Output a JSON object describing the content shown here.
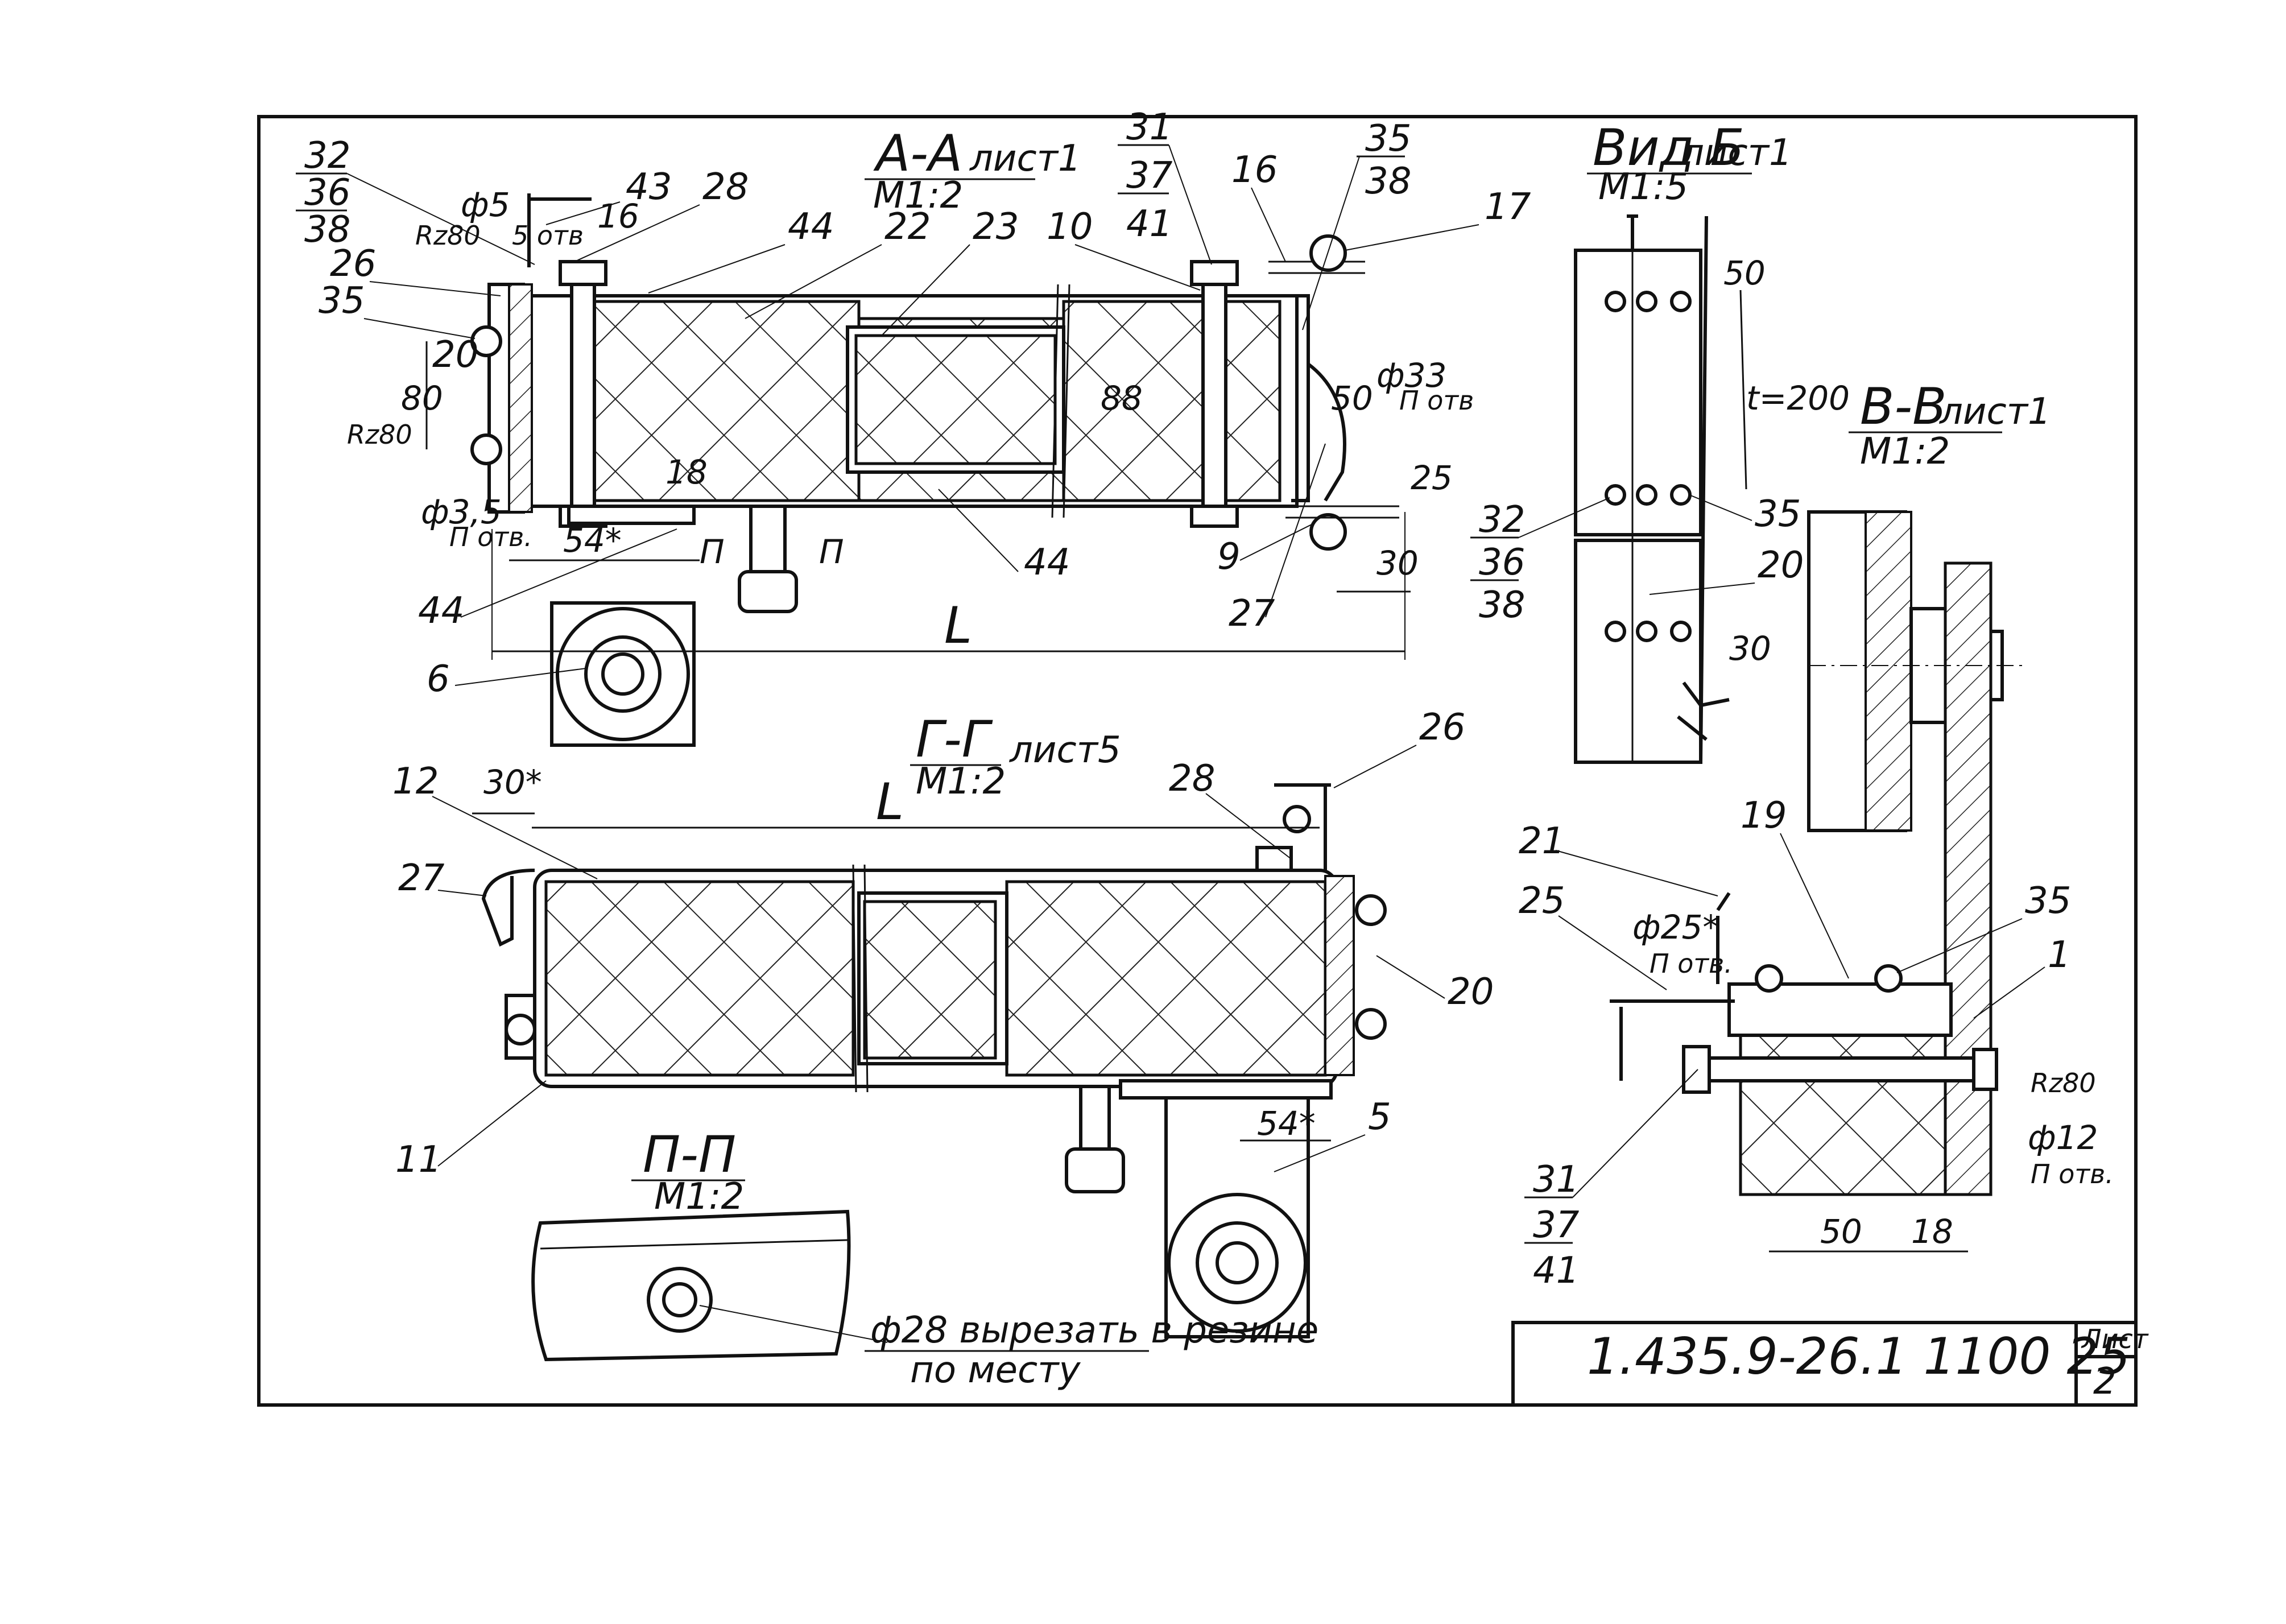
{
  "views": {
    "aa": {
      "title": "А-А",
      "ref": "лист1",
      "scale": "М1:2"
    },
    "gg": {
      "title": "Г-Г",
      "ref": "лист5",
      "scale": "М1:2"
    },
    "pp": {
      "title": "П-П",
      "scale": "М1:2",
      "note_line1": "ф28 вырезать в резине",
      "note_line2": "по месту"
    },
    "vidb": {
      "title": "Вид Б",
      "ref": "лист1",
      "scale": "М1:5"
    },
    "vv": {
      "title": "В-В",
      "ref": "лист1",
      "scale": "М1:2"
    }
  },
  "aa_labels": {
    "p32": "32",
    "p36": "36",
    "p38": "38",
    "p43": "43",
    "p28": "28",
    "p26": "26",
    "p35": "35",
    "p20": "20",
    "p44a": "44",
    "p22": "22",
    "p23": "23",
    "p10": "10",
    "p31": "31",
    "p37": "37",
    "p41": "41",
    "p16": "16",
    "p35b": "35",
    "p38b": "38",
    "p17": "17",
    "p9": "9",
    "p27": "27",
    "p44b": "44",
    "p44c": "44",
    "p6": "6",
    "sec_p1": "П",
    "sec_p2": "П"
  },
  "aa_dims": {
    "d_phi5": "ф5",
    "d_5otv": "5 отв",
    "d_16": "16",
    "d_rz80a": "Rz80",
    "d_80": "80",
    "d_rz80b": "Rz80",
    "d_phi35": "ф3,5",
    "d_potv": "П отв.",
    "d_54": "54*",
    "d_18": "18",
    "d_88": "88",
    "d_phi33": "ф33",
    "d_potv2": "П отв",
    "d_50": "50",
    "d_25": "25",
    "d_30": "30",
    "d_L": "L"
  },
  "gg_labels": {
    "p12": "12",
    "p27": "27",
    "p11": "11",
    "p28": "28",
    "p26": "26",
    "p20": "20",
    "p5": "5",
    "d_30": "30*",
    "d_L": "L",
    "d_54": "54*"
  },
  "vidb_labels": {
    "p32": "32",
    "p36": "36",
    "p38": "38",
    "p35": "35",
    "p20": "20",
    "d_50": "50",
    "d_t200": "t=200",
    "d_30": "30"
  },
  "vv_labels": {
    "p21": "21",
    "p19": "19",
    "p25": "25",
    "p35": "35",
    "p1": "1",
    "p31": "31",
    "p37": "37",
    "p41": "41",
    "d_phi25": "ф25*",
    "d_potv": "П отв.",
    "d_rz80": "Rz80",
    "d_phi12": "ф12",
    "d_potv2": "П отв.",
    "d_50": "50",
    "d_18": "18"
  },
  "stamp": {
    "code": "1.435.9-26.1   1100 25",
    "sheet_label": "Лист",
    "sheet_no": "2"
  }
}
